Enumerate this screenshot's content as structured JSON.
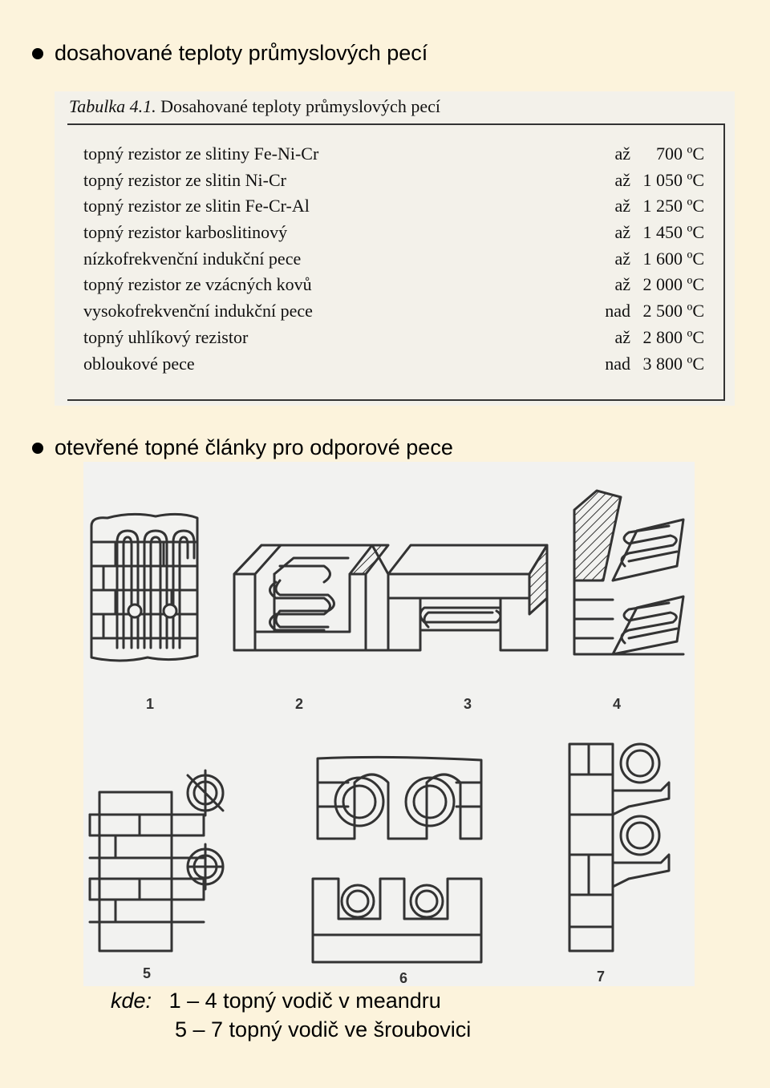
{
  "section1": {
    "heading": "dosahované teploty průmyslových pecí"
  },
  "table": {
    "caption_num": "Tabulka 4.1.",
    "caption_text": "Dosahované teploty průmyslových pecí",
    "rows": [
      {
        "name": "topný rezistor ze slitiny Fe-Ni-Cr",
        "prefix": "až",
        "value": "700 ºC"
      },
      {
        "name": "topný rezistor ze slitin Ni-Cr",
        "prefix": "až",
        "value": "1 050 ºC"
      },
      {
        "name": "topný rezistor ze slitin Fe-Cr-Al",
        "prefix": "až",
        "value": "1 250 ºC"
      },
      {
        "name": "topný rezistor karboslitinový",
        "prefix": "až",
        "value": "1 450 ºC"
      },
      {
        "name": "nízkofrekvenční indukční pece",
        "prefix": "až",
        "value": "1 600 ºC"
      },
      {
        "name": "topný rezistor ze vzácných kovů",
        "prefix": "až",
        "value": "2 000 ºC"
      },
      {
        "name": "vysokofrekvenční indukční pece",
        "prefix": "nad",
        "value": "2 500 ºC"
      },
      {
        "name": "topný uhlíkový rezistor",
        "prefix": "až",
        "value": "2 800 ºC"
      },
      {
        "name": "obloukové pece",
        "prefix": "nad",
        "value": "3 800 ºC"
      }
    ]
  },
  "section2": {
    "heading": "otevřené topné články pro odporové pece"
  },
  "figure": {
    "labels": [
      "1",
      "2",
      "3",
      "4",
      "5",
      "6",
      "7"
    ]
  },
  "legend": {
    "kde": "kde:",
    "line1": "1 – 4 topný vodič v meandru",
    "line2": "5 – 7 topný vodič ve šroubovici"
  }
}
